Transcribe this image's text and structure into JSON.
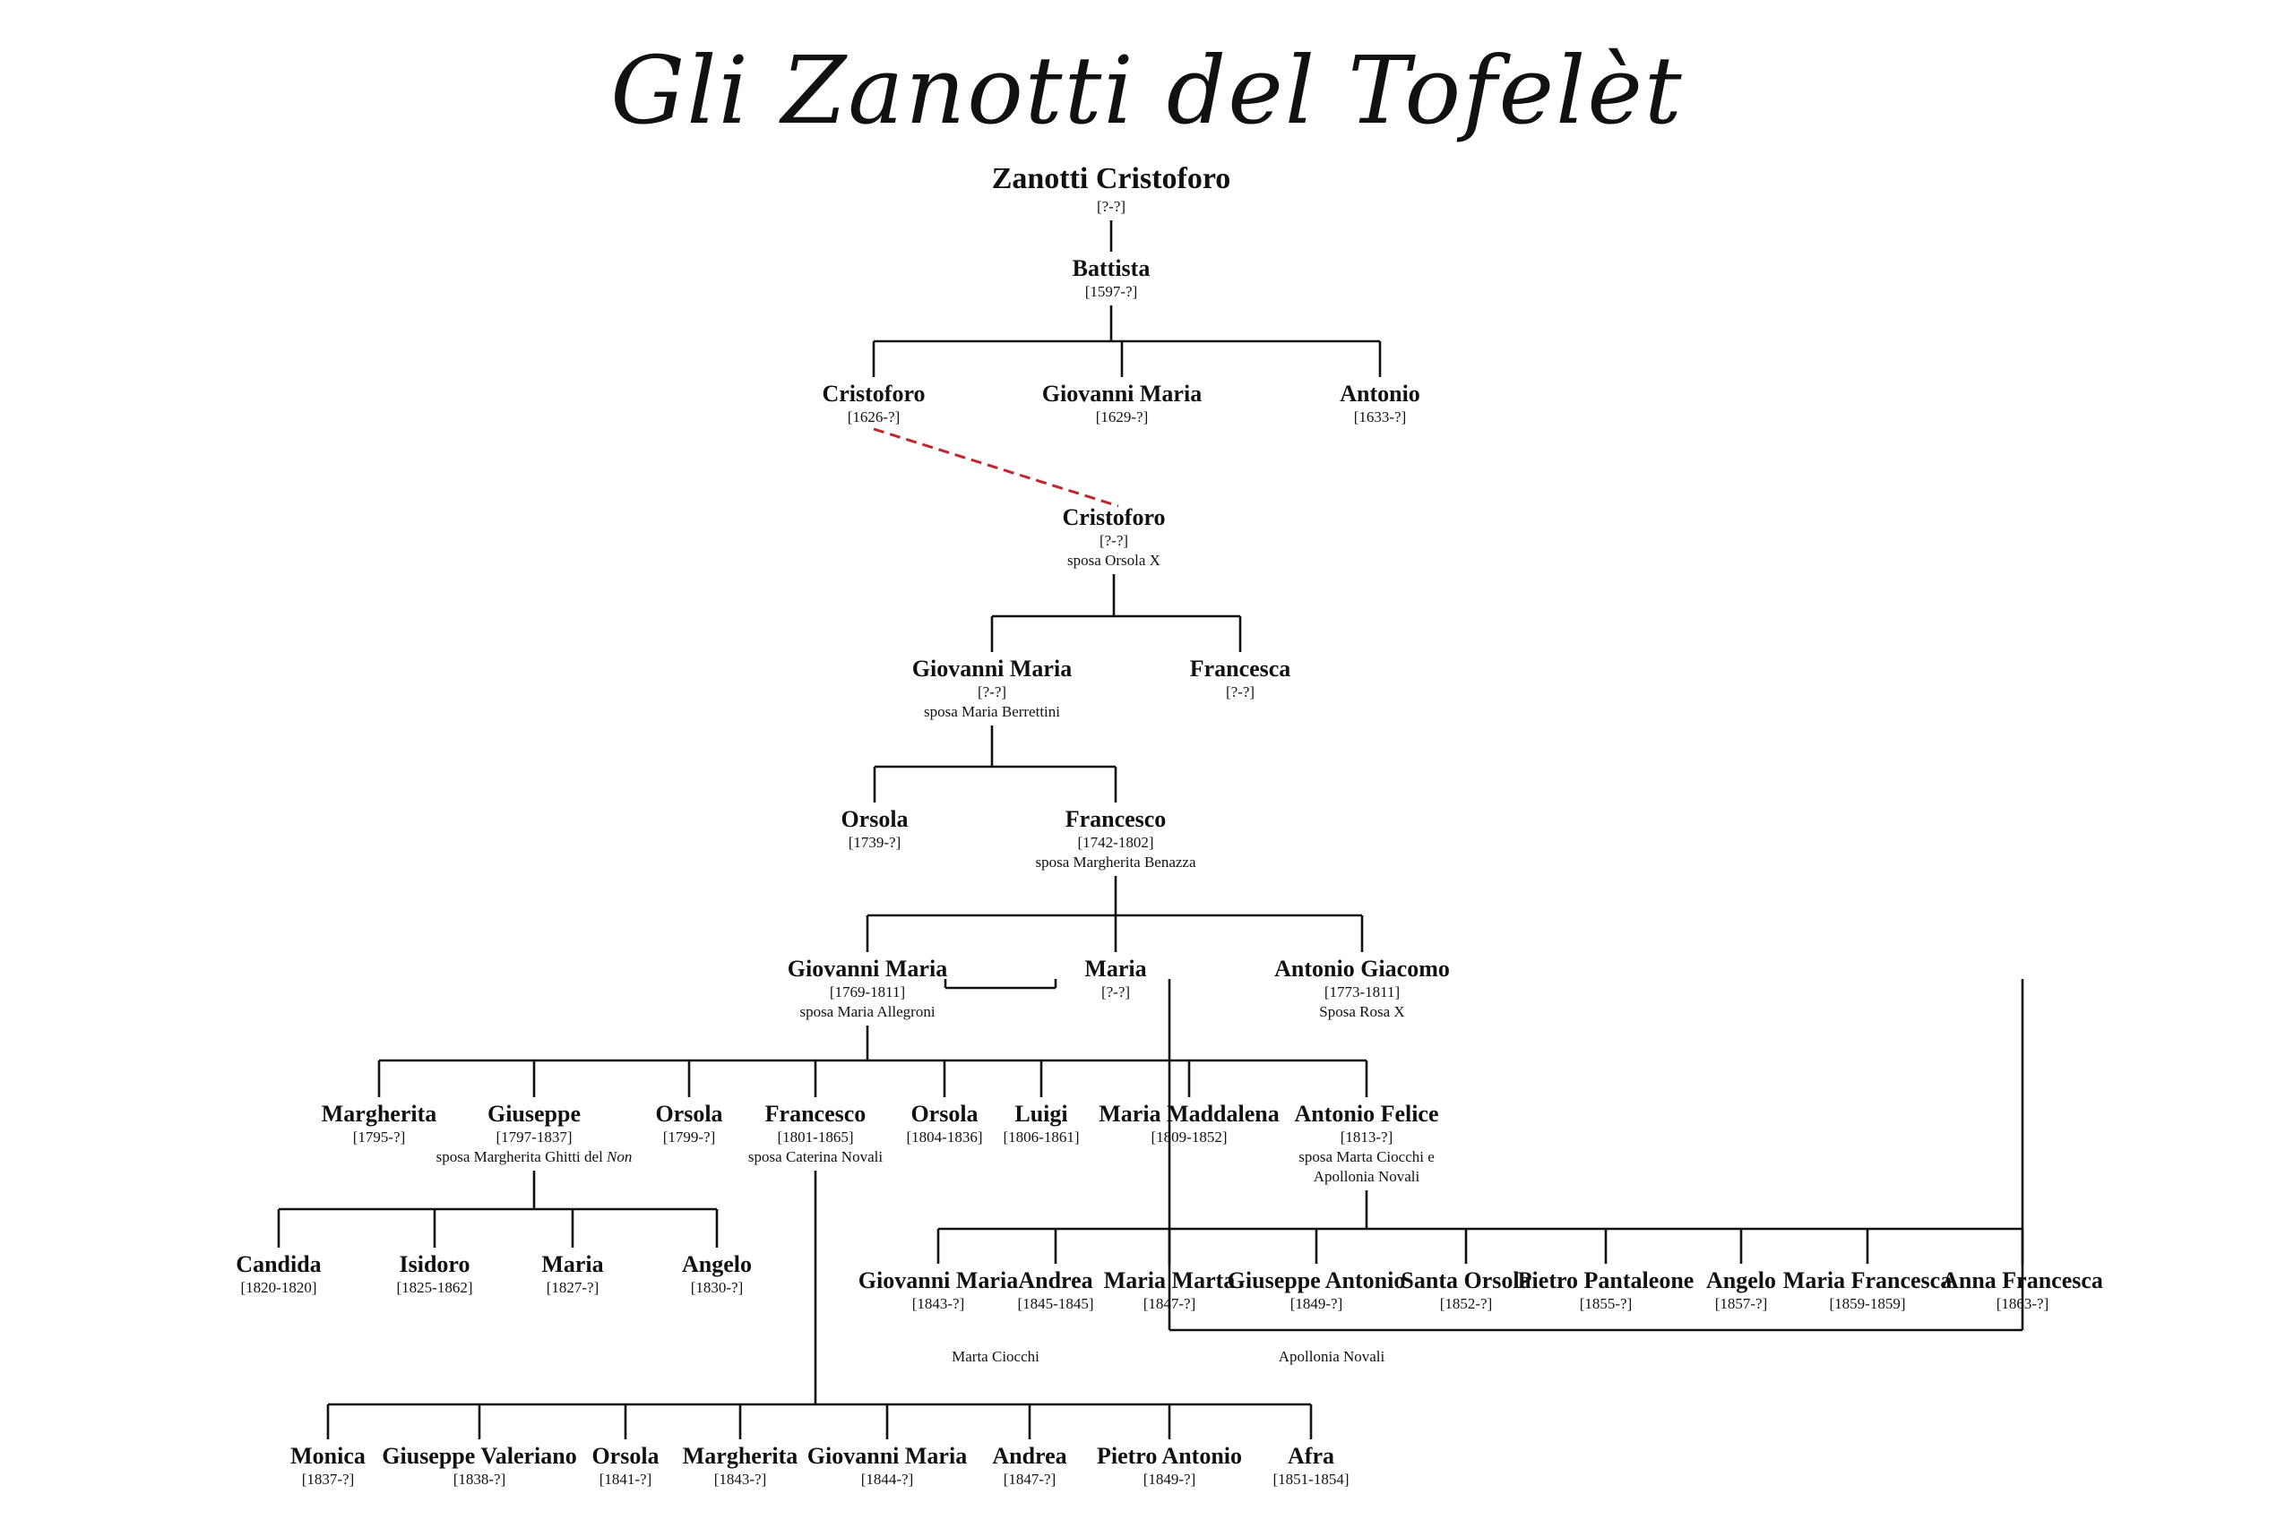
{
  "title": "Gli Zanotti del Tofelèt",
  "persons": [
    {
      "id": "p1",
      "name": "Zanotti Cristoforo",
      "dates": "[?-?]"
    },
    {
      "id": "p2",
      "name": "Battista",
      "dates": "[1597-?]"
    },
    {
      "id": "p3",
      "name": "Cristoforo",
      "dates": "[1626-?]"
    },
    {
      "id": "p4",
      "name": "Giovanni Maria",
      "dates": "[1629-?]"
    },
    {
      "id": "p5",
      "name": "Antonio",
      "dates": "[1633-?]"
    },
    {
      "id": "p6",
      "name": "Cristoforo",
      "dates": "[?-?]",
      "spouse": "sposa Orsola X"
    },
    {
      "id": "p7",
      "name": "Giovanni Maria",
      "dates": "[?-?]",
      "spouse": "sposa Maria Berrettini"
    },
    {
      "id": "p8",
      "name": "Francesca",
      "dates": "[?-?]"
    },
    {
      "id": "p9",
      "name": "Orsola",
      "dates": "[1739-?]"
    },
    {
      "id": "p10",
      "name": "Francesco",
      "dates": "[1742-1802]",
      "spouse": "sposa Margherita Benazza"
    },
    {
      "id": "p11",
      "name": "Giovanni Maria",
      "dates": "[1769-1811]",
      "spouse": "sposa Maria Allegroni"
    },
    {
      "id": "p12",
      "name": "Maria",
      "dates": "[?-?]"
    },
    {
      "id": "p13",
      "name": "Antonio Giacomo",
      "dates": "[1773-1811]",
      "spouse": "Sposa Rosa X"
    },
    {
      "id": "p14",
      "name": "Margherita",
      "dates": "[1795-?]"
    },
    {
      "id": "p15",
      "name": "Giuseppe",
      "dates": "[1797-1837]",
      "spouse": "sposa Margherita Ghitti del Non"
    },
    {
      "id": "p16",
      "name": "Orsola",
      "dates": "[1799-?]"
    },
    {
      "id": "p17",
      "name": "Francesco",
      "dates": "[1801-1865]",
      "spouse": "sposa Caterina Novali"
    },
    {
      "id": "p18",
      "name": "Orsola",
      "dates": "[1804-1836]"
    },
    {
      "id": "p19",
      "name": "Luigi",
      "dates": "[1806-1861]"
    },
    {
      "id": "p20",
      "name": "Maria Maddalena",
      "dates": "[1809-1852]"
    },
    {
      "id": "p21",
      "name": "Antonio Felice",
      "dates": "[1813-?]",
      "spouse": "sposa Marta Ciocchi e\nApollonia Novali"
    },
    {
      "id": "p22",
      "name": "Candida",
      "dates": "[1820-1820]"
    },
    {
      "id": "p23",
      "name": "Isidoro",
      "dates": "[1825-1862]"
    },
    {
      "id": "p24",
      "name": "Maria",
      "dates": "[1827-?]"
    },
    {
      "id": "p25",
      "name": "Angelo",
      "dates": "[1830-?]"
    },
    {
      "id": "p26",
      "name": "Giovanni Maria",
      "dates": "[1843-?]"
    },
    {
      "id": "p27",
      "name": "Andrea",
      "dates": "[1845-1845]"
    },
    {
      "id": "p28",
      "name": "Maria Marta",
      "dates": "[1847-?]"
    },
    {
      "id": "p29",
      "name": "Giuseppe Antonio",
      "dates": "[1849-?]"
    },
    {
      "id": "p30",
      "name": "Santa Orsola",
      "dates": "[1852-?]"
    },
    {
      "id": "p31",
      "name": "Pietro Pantaleone",
      "dates": "[1855-?]"
    },
    {
      "id": "p32",
      "name": "Angelo",
      "dates": "[1857-?]"
    },
    {
      "id": "p33",
      "name": "Maria Francesca",
      "dates": "[1859-1859]"
    },
    {
      "id": "p34",
      "name": "Anna Francesca",
      "dates": "[1863-?]"
    },
    {
      "id": "p35",
      "name": "Monica",
      "dates": "[1837-?]"
    },
    {
      "id": "p36",
      "name": "Giuseppe Valeriano",
      "dates": "[1838-?]"
    },
    {
      "id": "p37",
      "name": "Orsola",
      "dates": "[1841-?]"
    },
    {
      "id": "p38",
      "name": "Margherita",
      "dates": "[1843-?]"
    },
    {
      "id": "p39",
      "name": "Giovanni Maria",
      "dates": "[1844-?]"
    },
    {
      "id": "p40",
      "name": "Andrea",
      "dates": "[1847-?]"
    },
    {
      "id": "p41",
      "name": "Pietro Antonio",
      "dates": "[1849-?]"
    },
    {
      "id": "p42",
      "name": "Afra",
      "dates": "[1851-1854]"
    }
  ],
  "links": [
    {
      "parent": "p1",
      "children": [
        "p2"
      ]
    },
    {
      "parent": "p2",
      "children": [
        "p3",
        "p4",
        "p5"
      ]
    },
    {
      "parent": "p3",
      "children": [
        "p6"
      ],
      "style": "dashed"
    },
    {
      "parent": "p6",
      "children": [
        "p7",
        "p8"
      ]
    },
    {
      "parent": "p7",
      "children": [
        "p9",
        "p10"
      ]
    },
    {
      "parent": "p10",
      "children": [
        "p11",
        "p12",
        "p13"
      ]
    },
    {
      "parent": "p11",
      "children": [
        "p14",
        "p15",
        "p16",
        "p17",
        "p18",
        "p19",
        "p20",
        "p21"
      ]
    },
    {
      "parent": "p15",
      "children": [
        "p22",
        "p23",
        "p24",
        "p25"
      ]
    },
    {
      "parent": "p21",
      "children": [
        "p26",
        "p27",
        "p28",
        "p29",
        "p30",
        "p31",
        "p32",
        "p33",
        "p34"
      ]
    },
    {
      "parent": "p17",
      "children": [
        "p35",
        "p36",
        "p37",
        "p38",
        "p39",
        "p40",
        "p41",
        "p42"
      ]
    }
  ],
  "mother_groups": [
    {
      "label": "Marta Ciocchi",
      "members": [
        "p26",
        "p27"
      ]
    },
    {
      "label": "Apollonia Novali",
      "members": [
        "p28",
        "p34"
      ]
    }
  ],
  "colors": {
    "line": "#111111",
    "dashed": "#c0262d",
    "text": "#111111"
  }
}
